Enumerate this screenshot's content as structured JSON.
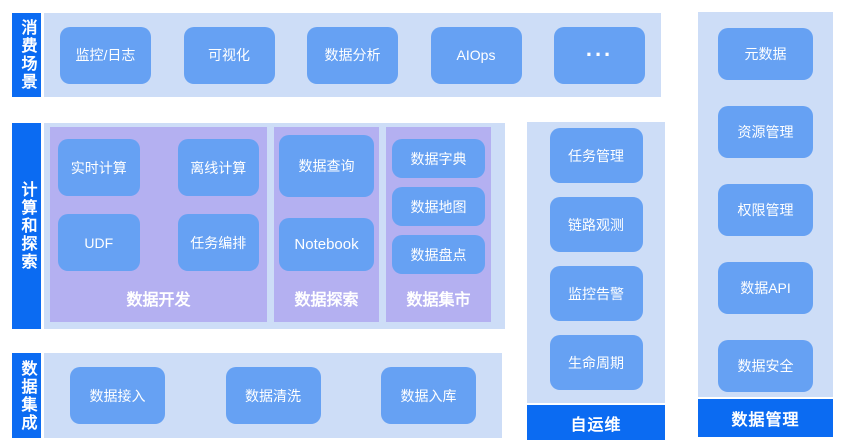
{
  "colors": {
    "accent": "#0b6bf2",
    "panel": "#cdddf7",
    "node": "#66a1f3",
    "group": "#b4b0f1"
  },
  "diagram": {
    "consumption": {
      "label": "消费场景",
      "items": [
        "监控/日志",
        "可视化",
        "数据分析",
        "AIOps",
        "..."
      ]
    },
    "compute": {
      "label": "计算和探索",
      "groups": [
        {
          "title": "数据开发",
          "items": [
            "实时计算",
            "离线计算",
            "UDF",
            "任务编排"
          ]
        },
        {
          "title": "数据探索",
          "items": [
            "数据查询",
            "Notebook"
          ]
        },
        {
          "title": "数据集市",
          "items": [
            "数据字典",
            "数据地图",
            "数据盘点"
          ]
        }
      ]
    },
    "integration": {
      "label": "数据集成",
      "items": [
        "数据接入",
        "数据清洗",
        "数据入库"
      ]
    },
    "selfops": {
      "label": "自运维",
      "items": [
        "任务管理",
        "链路观测",
        "监控告警",
        "生命周期"
      ]
    },
    "datamgmt": {
      "label": "数据管理",
      "items": [
        "元数据",
        "资源管理",
        "权限管理",
        "数据API",
        "数据安全"
      ]
    }
  }
}
